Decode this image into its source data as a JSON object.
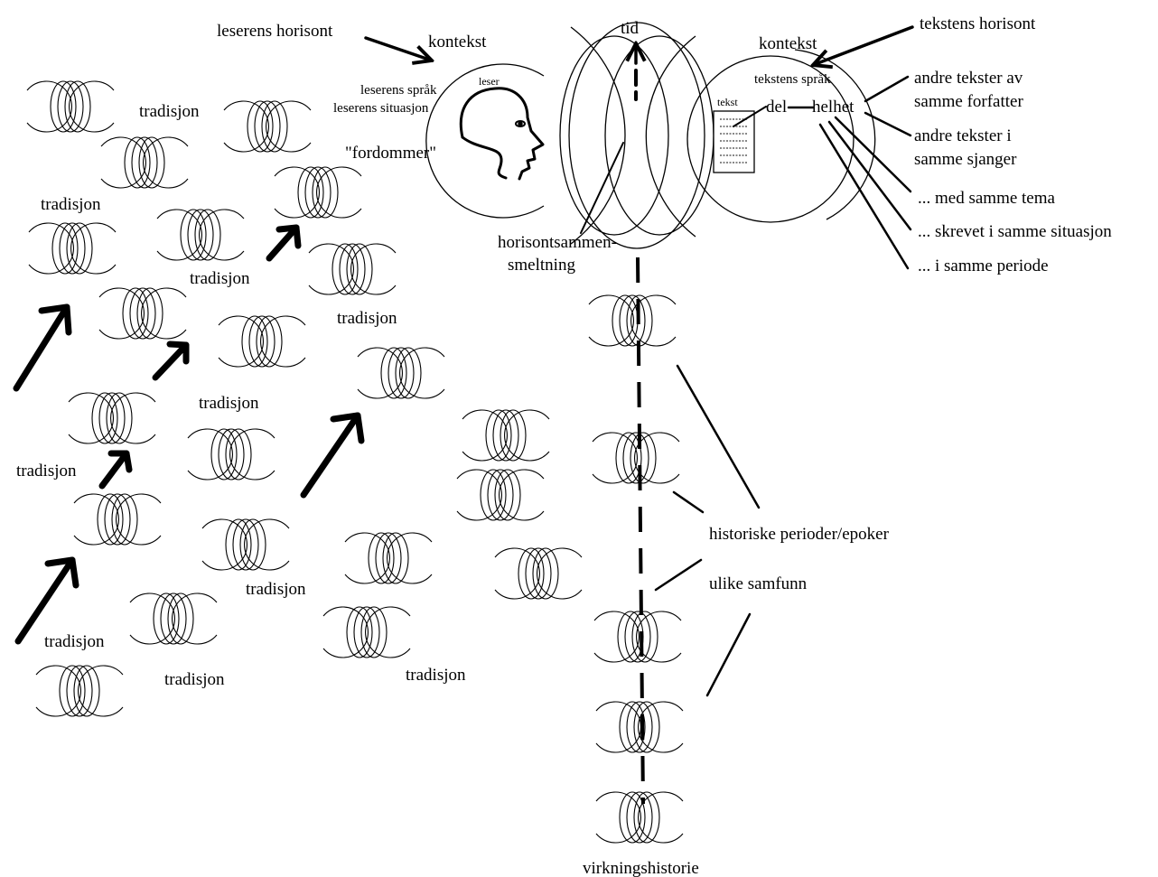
{
  "labels": {
    "leserens_horisont": "leserens horisont",
    "kontekst_left": "kontekst",
    "leser": "leser",
    "leserens_sprak": "leserens språk",
    "leserens_situasjon": "leserens situasjon",
    "fordommer": "\"fordommer\"",
    "tid": "tid",
    "horisontsammen": "horisontsammen-",
    "smeltning": "smeltning",
    "kontekst_right": "kontekst",
    "tekstens_horisont": "tekstens horisont",
    "tekstens_sprak": "tekstens språk",
    "tekst": "tekst",
    "del": "del",
    "helhet": "helhet",
    "andre_tekster_av": "andre tekster av",
    "samme_forfatter": "samme forfatter",
    "andre_tekster_i": "andre tekster i",
    "samme_sjanger": "samme sjanger",
    "med_samme_tema": "... med samme tema",
    "skrevet_i_samme_situasjon": "... skrevet i samme situasjon",
    "i_samme_periode": "... i samme periode",
    "historiske_perioder": "historiske perioder/epoker",
    "ulike_samfunn": "ulike samfunn",
    "virkningshistorie": "virkningshistorie",
    "tradisjon": "tradisjon"
  }
}
